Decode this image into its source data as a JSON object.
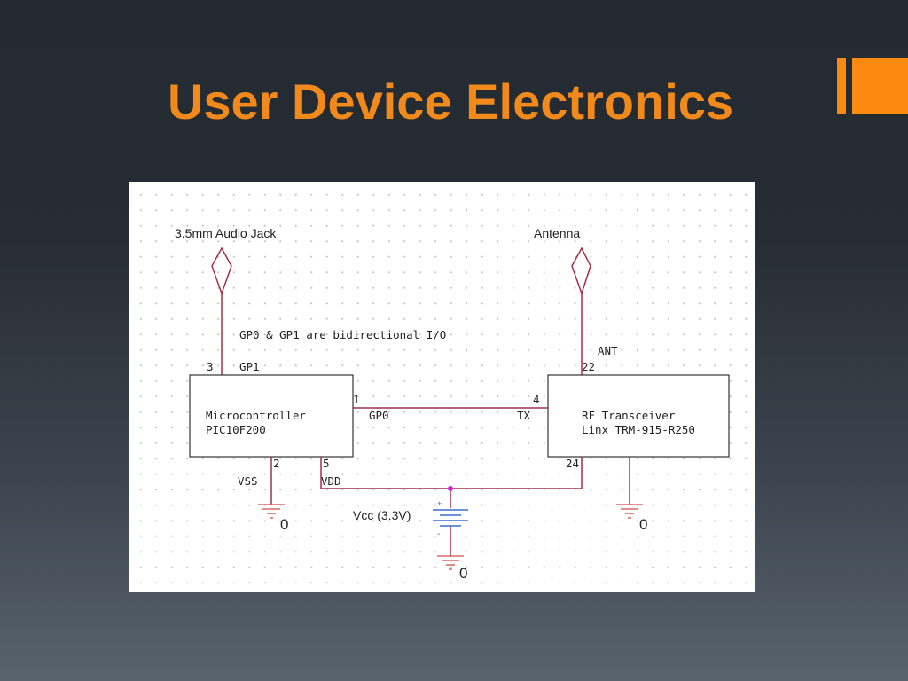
{
  "slide": {
    "title": "User Device Electronics",
    "accent_color": "#f28a1b"
  },
  "schematic": {
    "audio_jack_label": "3.5mm Audio Jack",
    "antenna_label": "Antenna",
    "note": "GP0 & GP1 are bidirectional I/O",
    "microcontroller": {
      "name": "Microcontroller",
      "part": "PIC10F200",
      "pins": {
        "gp1_num": "3",
        "gp1_name": "GP1",
        "gp0_num": "1",
        "gp0_name": "GP0",
        "vss_num": "2",
        "vss_name": "VSS",
        "vdd_num": "5",
        "vdd_name": "VDD"
      }
    },
    "transceiver": {
      "name": "RF Transceiver",
      "part": "Linx TRM-915-R250",
      "pins": {
        "ant_num": "22",
        "ant_name": "ANT",
        "tx_num": "4",
        "tx_name": "TX",
        "vcc_num": "24"
      }
    },
    "battery": {
      "label": "Vcc (3.3V)",
      "plus": "+",
      "minus": "-"
    },
    "ground_label": "0",
    "wire_color": "#a23047",
    "ground_color": "#d24a4a",
    "junction_color": "#d020d0"
  }
}
